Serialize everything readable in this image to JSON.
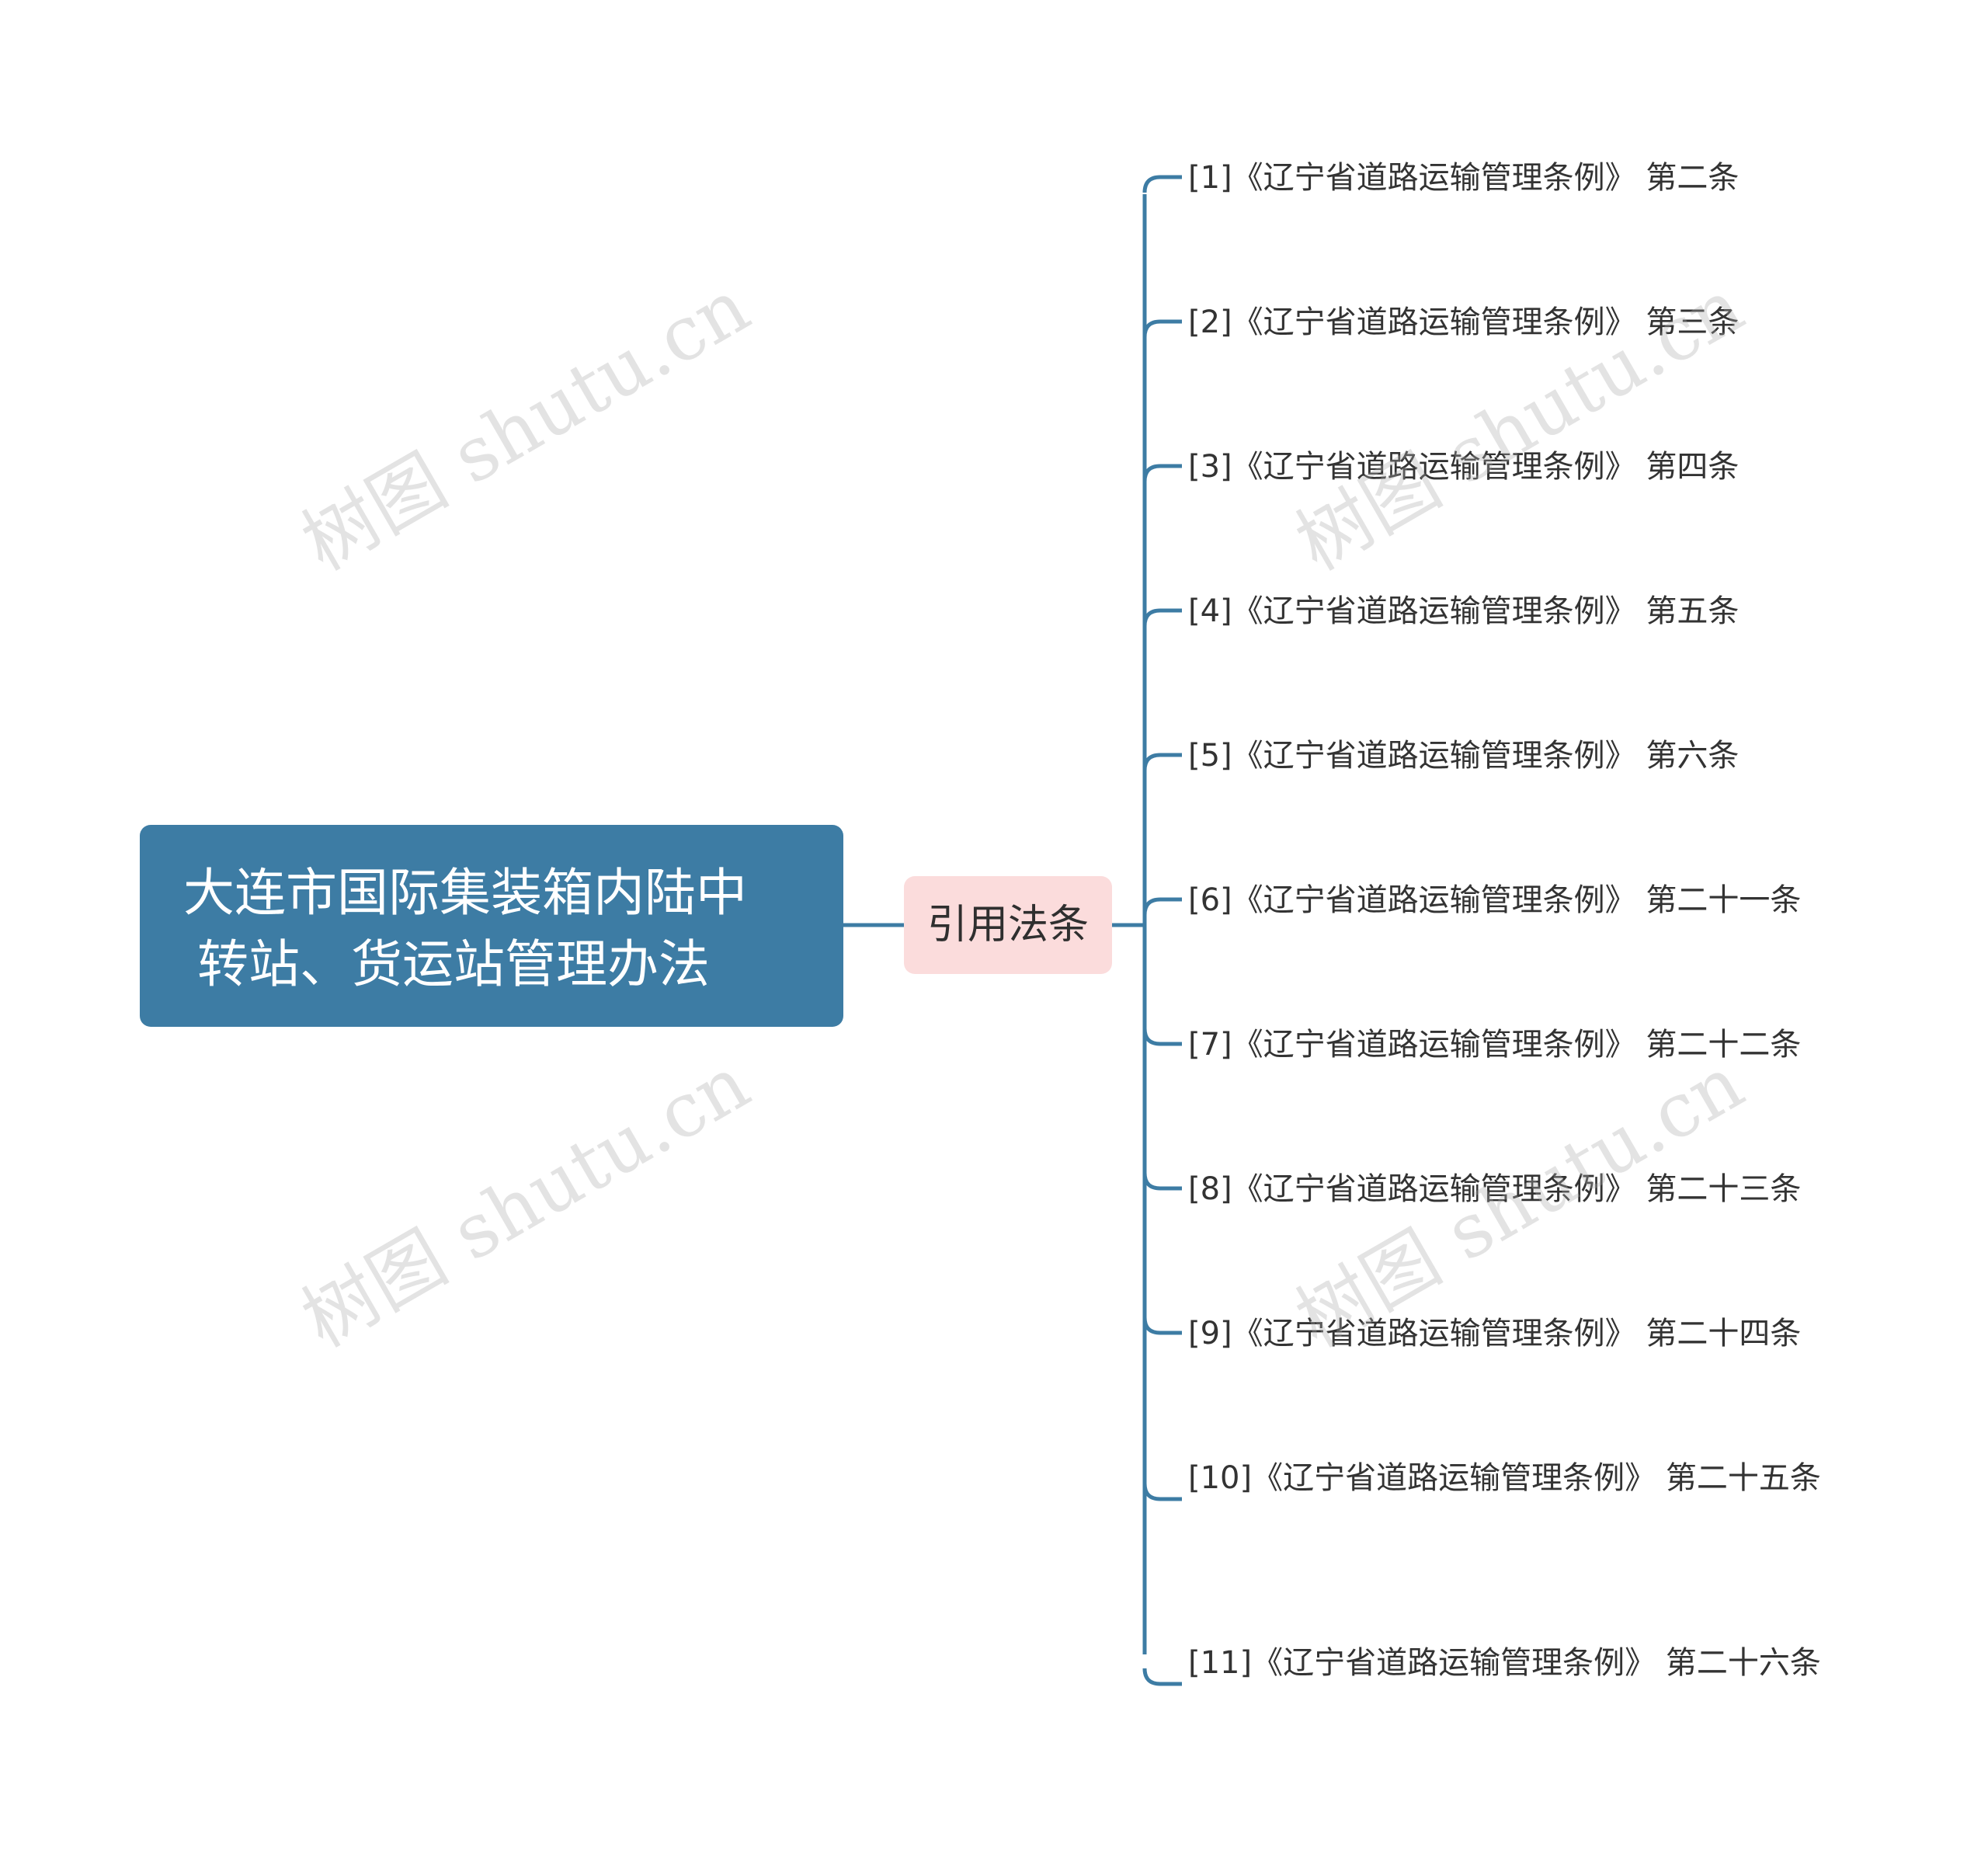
{
  "root": {
    "line1": "大连市国际集装箱内陆中",
    "line2": "转站、货运站管理办法"
  },
  "branch": {
    "label": "引用法条"
  },
  "leaves": [
    {
      "text": "[1]《辽宁省道路运输管理条例》 第二条"
    },
    {
      "text": "[2]《辽宁省道路运输管理条例》 第三条"
    },
    {
      "text": "[3]《辽宁省道路运输管理条例》 第四条"
    },
    {
      "text": "[4]《辽宁省道路运输管理条例》 第五条"
    },
    {
      "text": "[5]《辽宁省道路运输管理条例》 第六条"
    },
    {
      "text": "[6]《辽宁省道路运输管理条例》 第二十一条"
    },
    {
      "text": "[7]《辽宁省道路运输管理条例》 第二十二条"
    },
    {
      "text": "[8]《辽宁省道路运输管理条例》 第二十三条"
    },
    {
      "text": "[9]《辽宁省道路运输管理条例》 第二十四条"
    },
    {
      "text": "[10]《辽宁省道路运输管理条例》 第二十五条"
    },
    {
      "text": "[11]《辽宁省道路运输管理条例》 第二十六条"
    }
  ],
  "watermark": {
    "text": "树图 shutu.cn"
  },
  "colors": {
    "root_bg": "#3d7ca4",
    "branch_bg": "#fbdcdc",
    "connector": "#3d7ca4",
    "text": "#333333"
  }
}
